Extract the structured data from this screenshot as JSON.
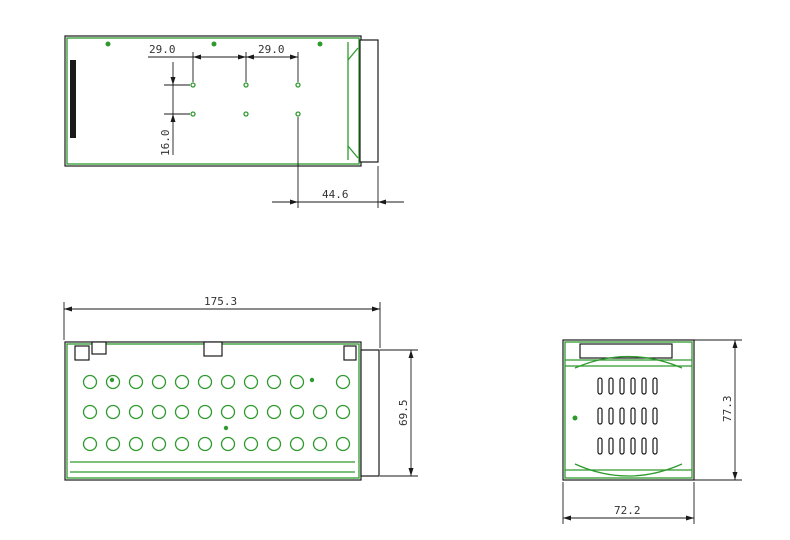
{
  "dimensions": {
    "top_spacing_left": "29.0",
    "top_spacing_right": "29.0",
    "top_vertical": "16.0",
    "top_offset": "44.6",
    "length": "175.3",
    "side_height": "69.5",
    "end_height": "77.3",
    "end_width": "72.2"
  },
  "colors": {
    "outline": "#1a1a1a",
    "body_edge": "#2e9a2e",
    "dimension_text": "#333333"
  }
}
